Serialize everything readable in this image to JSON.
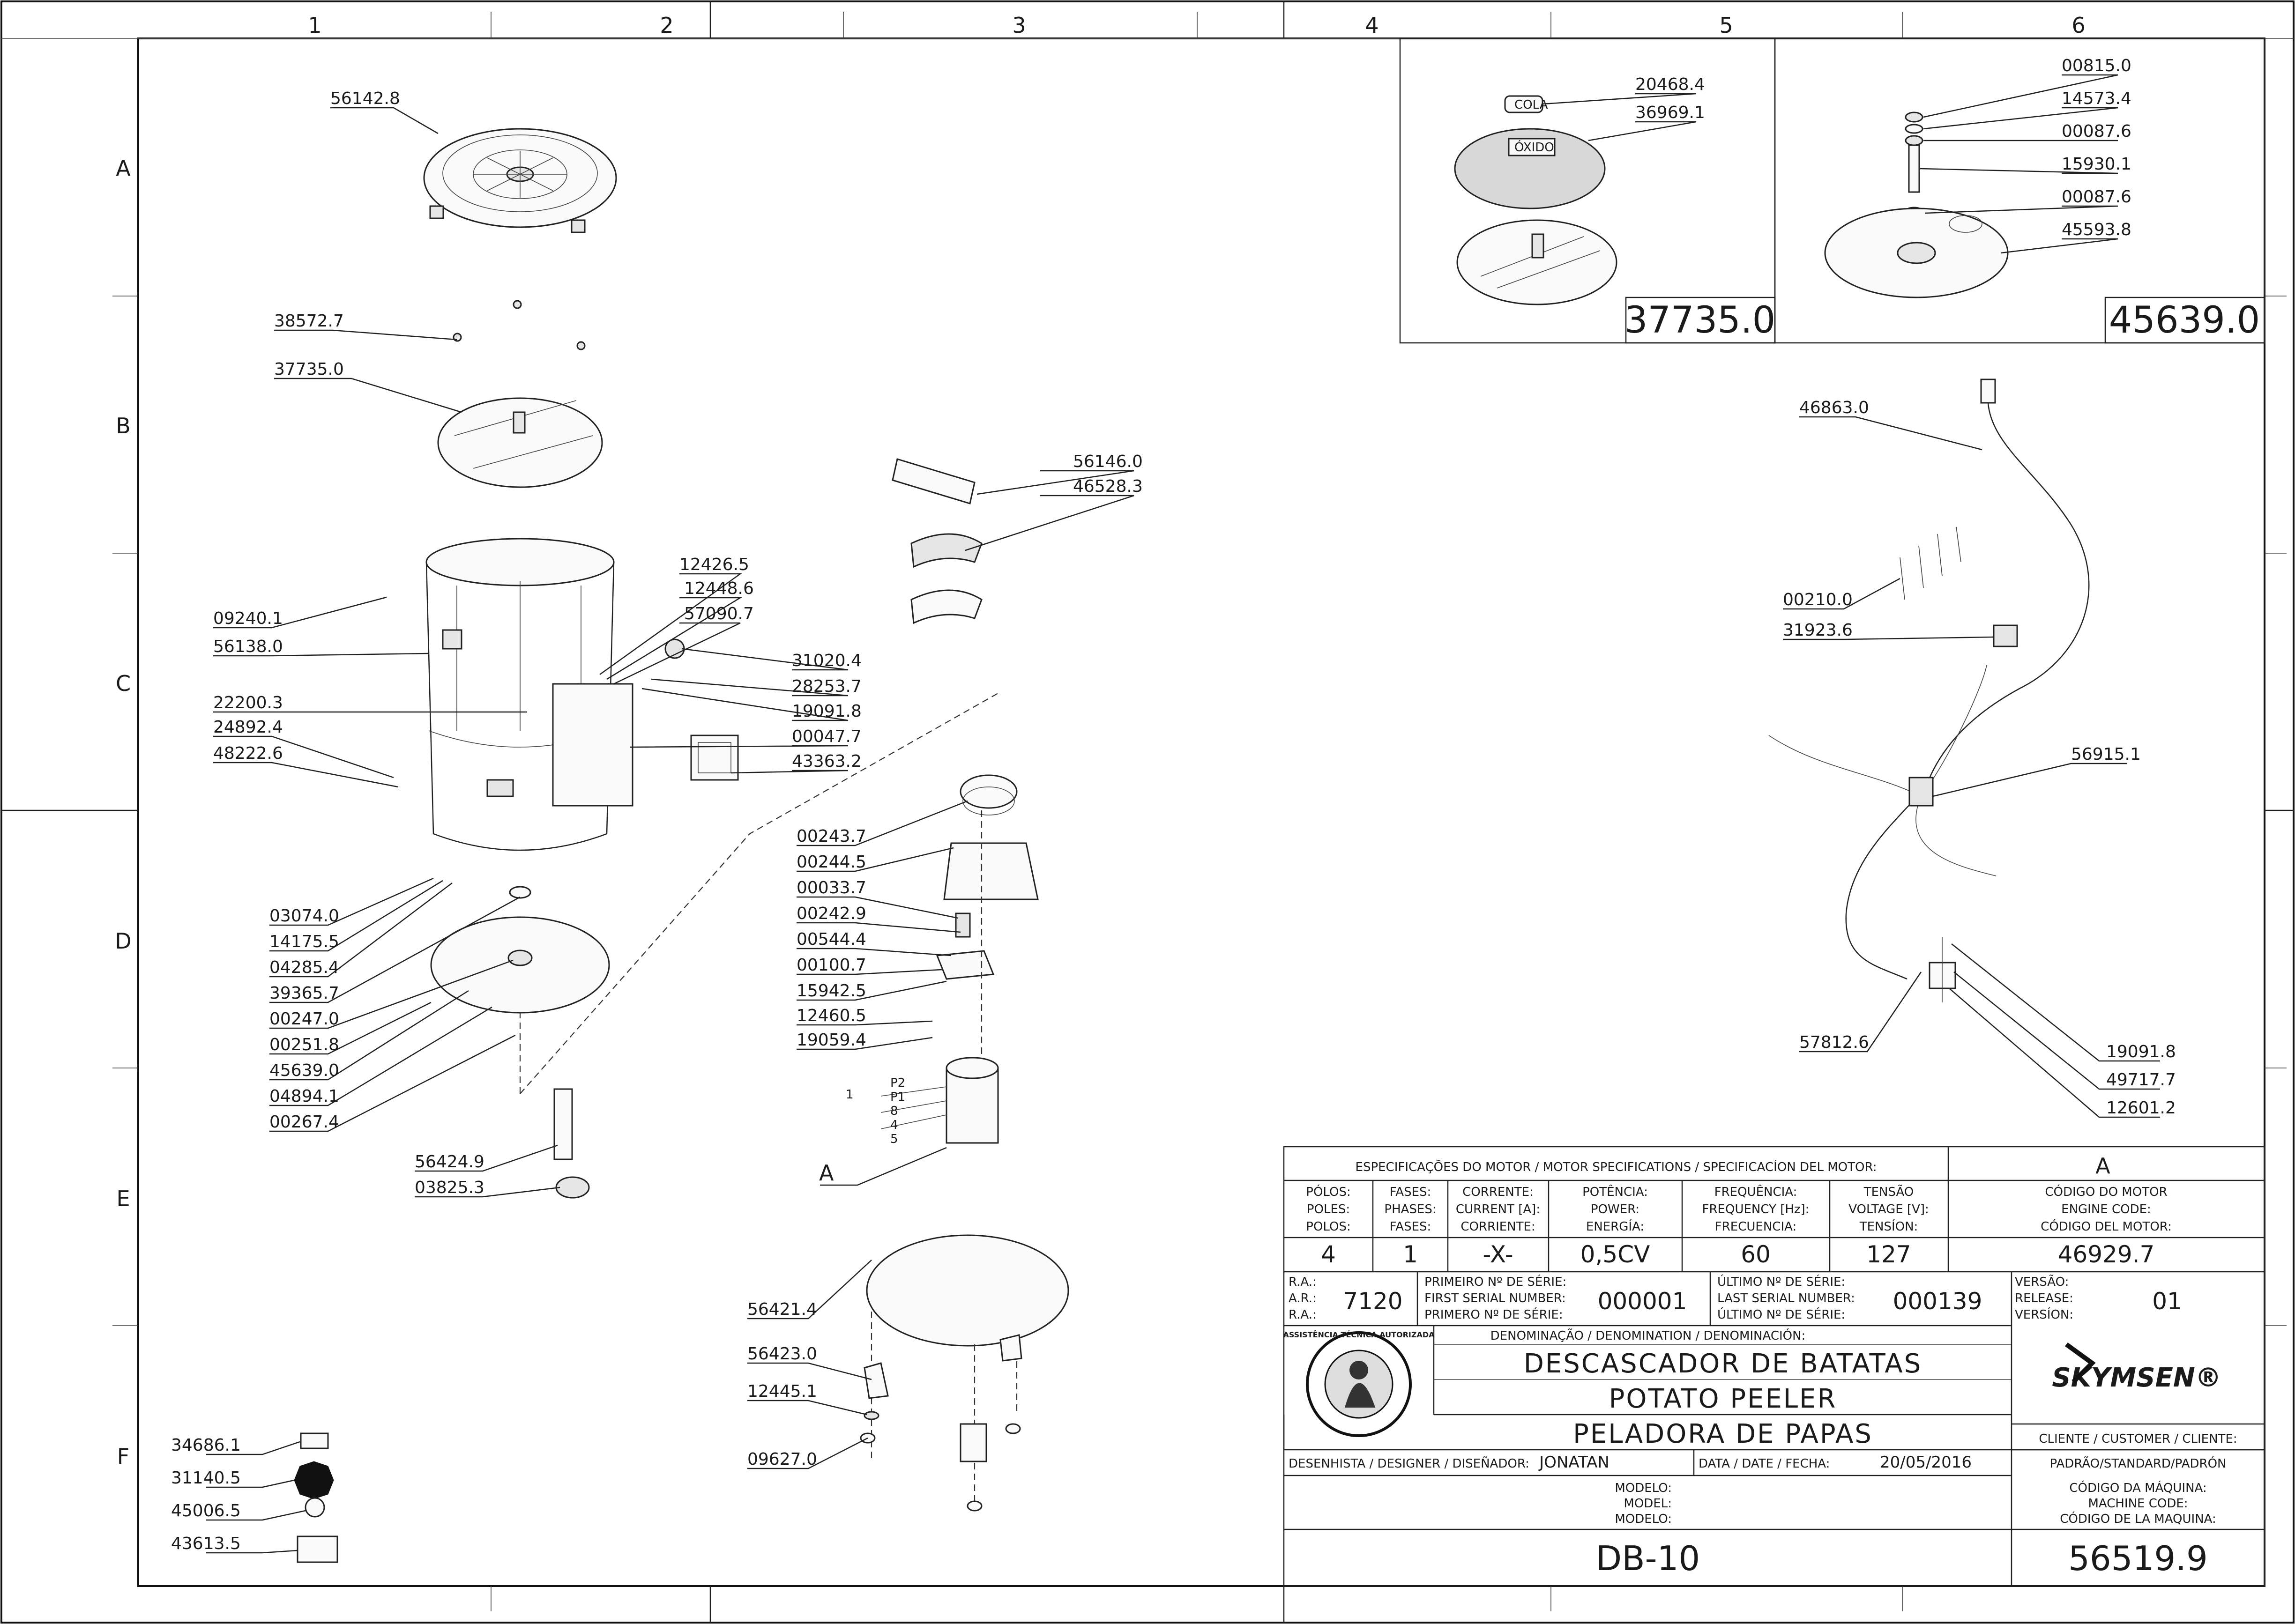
{
  "grid": {
    "columns": [
      "1",
      "2",
      "3",
      "4",
      "5",
      "6"
    ],
    "rows": [
      "A",
      "B",
      "C",
      "D",
      "E",
      "F"
    ]
  },
  "part_labels": [
    "56142.8",
    "38572.7",
    "37735.0",
    "09240.1",
    "56138.0",
    "22200.3",
    "24892.4",
    "48222.6",
    "03074.0",
    "14175.5",
    "04285.4",
    "39365.7",
    "00247.0",
    "00251.8",
    "45639.0",
    "04894.1",
    "00267.4",
    "56424.9",
    "03825.3",
    "12426.5",
    "12448.6",
    "57090.7",
    "31020.4",
    "28253.7",
    "19091.8",
    "00047.7",
    "43363.2",
    "56146.0",
    "46528.3",
    "00243.7",
    "00244.5",
    "00033.7",
    "00242.9",
    "00544.4",
    "00100.7",
    "15942.5",
    "12460.5",
    "19059.4",
    "56421.4",
    "56423.0",
    "12445.1",
    "09627.0",
    "34686.1",
    "31140.5",
    "45006.5",
    "43613.5",
    "20468.4",
    "36969.1",
    "00815.0",
    "14573.4",
    "00087.6",
    "15930.1",
    "00087.6",
    "45593.8",
    "46863.0",
    "00210.0",
    "31923.6",
    "56915.1",
    "57812.6",
    "19091.8",
    "49717.7",
    "12601.2"
  ],
  "detail_callouts": {
    "subassembly_37735": "37735.0",
    "subassembly_45639": "45639.0",
    "glue_label": "COLA",
    "oxide_label": "ÓXIDO",
    "motor_view": "A",
    "motor_wires": [
      "1",
      "P2",
      "P1",
      "8",
      "4",
      "5"
    ]
  },
  "title_block": {
    "motor_spec_header": "ESPECIFICAÇÕES DO MOTOR / MOTOR SPECIFICATIONS / SPECIFICACÍON DEL MOTOR:",
    "motor_ref": "A",
    "columns": [
      {
        "h": [
          "PÓLOS:",
          "POLES:",
          "POLOS:"
        ],
        "v": "4"
      },
      {
        "h": [
          "FASES:",
          "PHASES:",
          "FASES:"
        ],
        "v": "1"
      },
      {
        "h": [
          "CORRENTE:",
          "CURRENT [A]:",
          "CORRIENTE:"
        ],
        "v": "-X-"
      },
      {
        "h": [
          "POTÊNCIA:",
          "POWER:",
          "ENERGÍA:"
        ],
        "v": "0,5CV"
      },
      {
        "h": [
          "FREQUÊNCIA:",
          "FREQUENCY [Hz]:",
          "FRECUENCIA:"
        ],
        "v": "60"
      },
      {
        "h": [
          "TENSÃO",
          "VOLTAGE [V]:",
          "TENSÍON:"
        ],
        "v": "127"
      },
      {
        "h": [
          "CÓDIGO DO MOTOR",
          "ENGINE CODE:",
          "CÓDIGO DEL MOTOR:"
        ],
        "v": "46929.7"
      }
    ],
    "ra_labels": [
      "R.A.:",
      "A.R.:",
      "R.A.:"
    ],
    "ra_value": "7120",
    "first_serial_labels": [
      "PRIMEIRO Nº DE SÉRIE:",
      "FIRST SERIAL NUMBER:",
      "PRIMERO Nº DE SÉRIE:"
    ],
    "first_serial": "000001",
    "last_serial_labels": [
      "ÚLTIMO Nº DE SÉRIE:",
      "LAST SERIAL NUMBER:",
      "ÚLTIMO Nº DE SÉRIE:"
    ],
    "last_serial": "000139",
    "version_labels": [
      "VERSÃO:",
      "RELEASE:",
      "VERSÍON:"
    ],
    "version": "01",
    "denomination_header": "DENOMINAÇÃO / DENOMINATION / DENOMINACIÓN:",
    "titles": [
      "DESCASCADOR DE BATATAS",
      "POTATO PEELER",
      "PELADORA DE PAPAS"
    ],
    "logo_text": "ASSISTÊNCIA TÉCNICA AUTORIZADA",
    "brand": "SKYMSEN®",
    "client_header": "CLIENTE / CUSTOMER / CLIENTE:",
    "client_value": "PADRÃO/STANDARD/PADRÓN",
    "designer_label": "DESENHISTA / DESIGNER / DISEÑADOR:",
    "designer": "JONATAN",
    "date_label": "DATA / DATE / FECHA:",
    "date": "20/05/2016",
    "model_labels": [
      "MODELO:",
      "MODEL:",
      "MODELO:"
    ],
    "model": "DB-10",
    "machine_code_labels": [
      "CÓDIGO DA MÁQUINA:",
      "MACHINE CODE:",
      "CÓDIGO DE LA MAQUINA:"
    ],
    "machine_code": "56519.9"
  }
}
